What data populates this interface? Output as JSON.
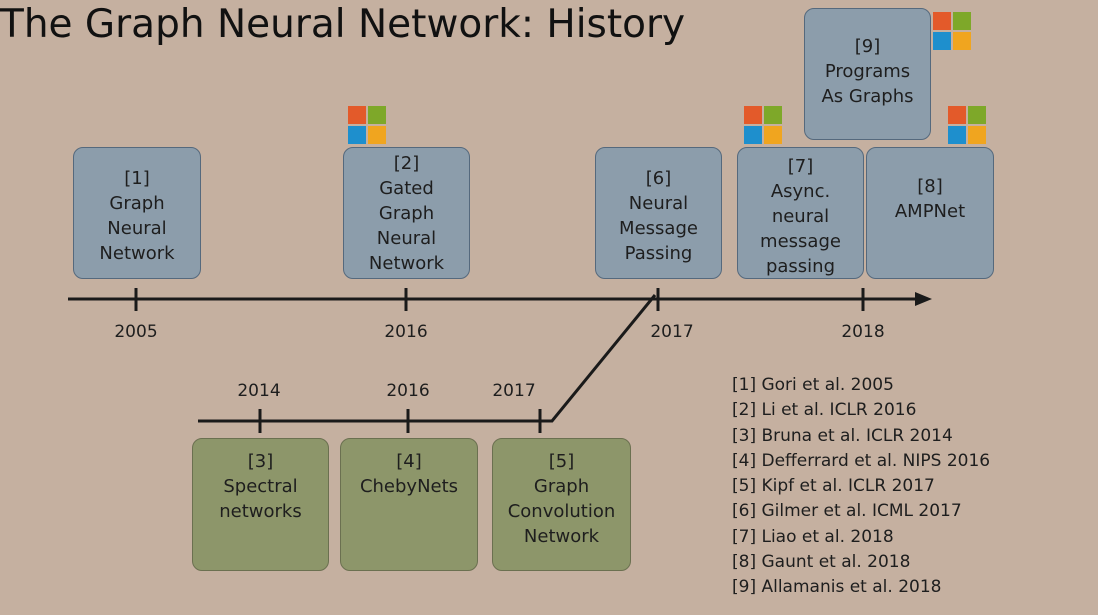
{
  "title": "The Graph Neural Network: History",
  "timeline_main": {
    "years": [
      "2005",
      "2016",
      "2017",
      "2018"
    ]
  },
  "timeline_lower": {
    "years": [
      "2014",
      "2016",
      "2017"
    ]
  },
  "boxes": {
    "b1": [
      "[1]",
      "Graph",
      "Neural",
      "Network"
    ],
    "b2": [
      "[2]",
      "Gated",
      "Graph",
      "Neural",
      "Network"
    ],
    "b6": [
      "[6]",
      "Neural",
      "Message",
      "Passing"
    ],
    "b7": [
      "[7]",
      "Async.",
      "neural",
      "message",
      "passing"
    ],
    "b8": [
      "[8]",
      "AMPNet"
    ],
    "b9": [
      "[9]",
      "Programs",
      "As Graphs"
    ],
    "b3": [
      "[3]",
      "Spectral",
      "networks"
    ],
    "b4": [
      "[4]",
      "ChebyNets"
    ],
    "b5": [
      "[5]",
      "Graph",
      "Convolution",
      "Network"
    ]
  },
  "logo_colors": [
    "#e35a2a",
    "#7ea829",
    "#1e8fcd",
    "#f0a51f"
  ],
  "references": [
    "[1] Gori et al. 2005",
    "[2] Li et al. ICLR 2016",
    "[3] Bruna et al. ICLR 2014",
    "[4] Defferrard et al. NIPS 2016",
    "[5] Kipf et al. ICLR 2017",
    "[6] Gilmer et al. ICML 2017",
    "[7] Liao et al. 2018",
    "[8] Gaunt et al. 2018",
    "[9] Allamanis et al. 2018"
  ]
}
